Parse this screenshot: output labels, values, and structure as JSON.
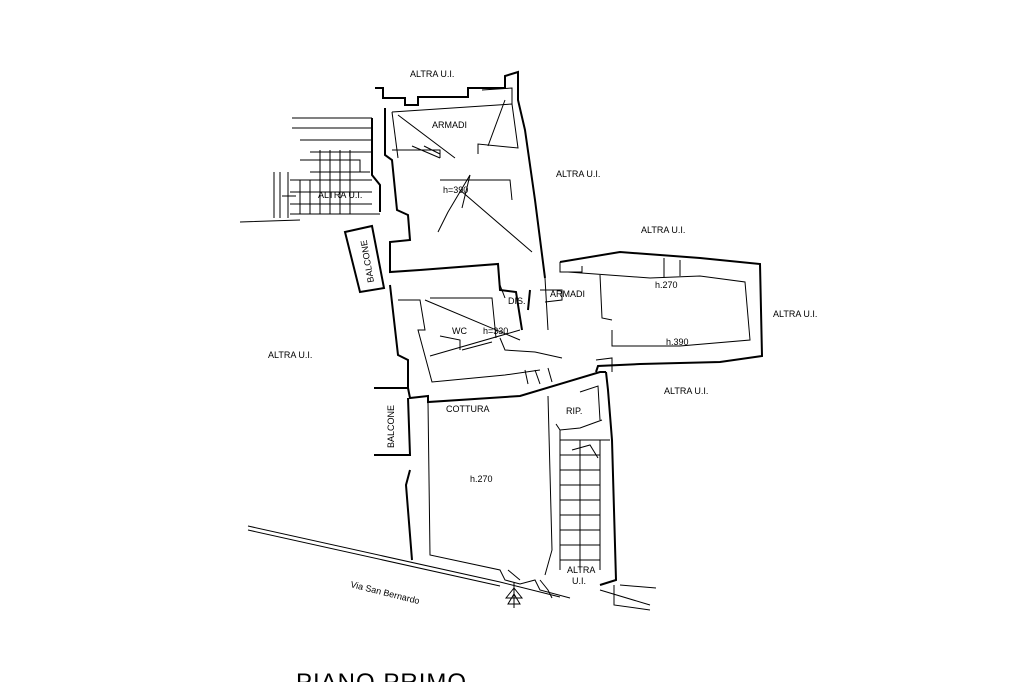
{
  "labels": {
    "altra_top": "ALTRA U.I.",
    "armadi_top": "ARMADI",
    "h390_top": "h=390",
    "altra_left_stair": "ALTRA U.I.",
    "altra_right_1": "ALTRA U.I.",
    "altra_right_2": "ALTRA U.I.",
    "balcone_1": "BALCONE",
    "dis": "DIS.",
    "armadi_small": "ARMADI",
    "h270_right": "h.270",
    "altra_far_right": "ALTRA U.I.",
    "wc": "WC",
    "h330": "h=330",
    "h390_right": "h.390",
    "altra_left": "ALTRA U.I.",
    "altra_mid_right": "ALTRA U.I.",
    "cottura": "COTTURA",
    "rip": "RIP.",
    "balcone_2": "BALCONE",
    "h270_bottom": "h.270",
    "altra_bottom_1": "ALTRA",
    "altra_bottom_2": "U.I.",
    "street": "Via San Bernardo",
    "floor_title": "PIANO PRIMO"
  }
}
